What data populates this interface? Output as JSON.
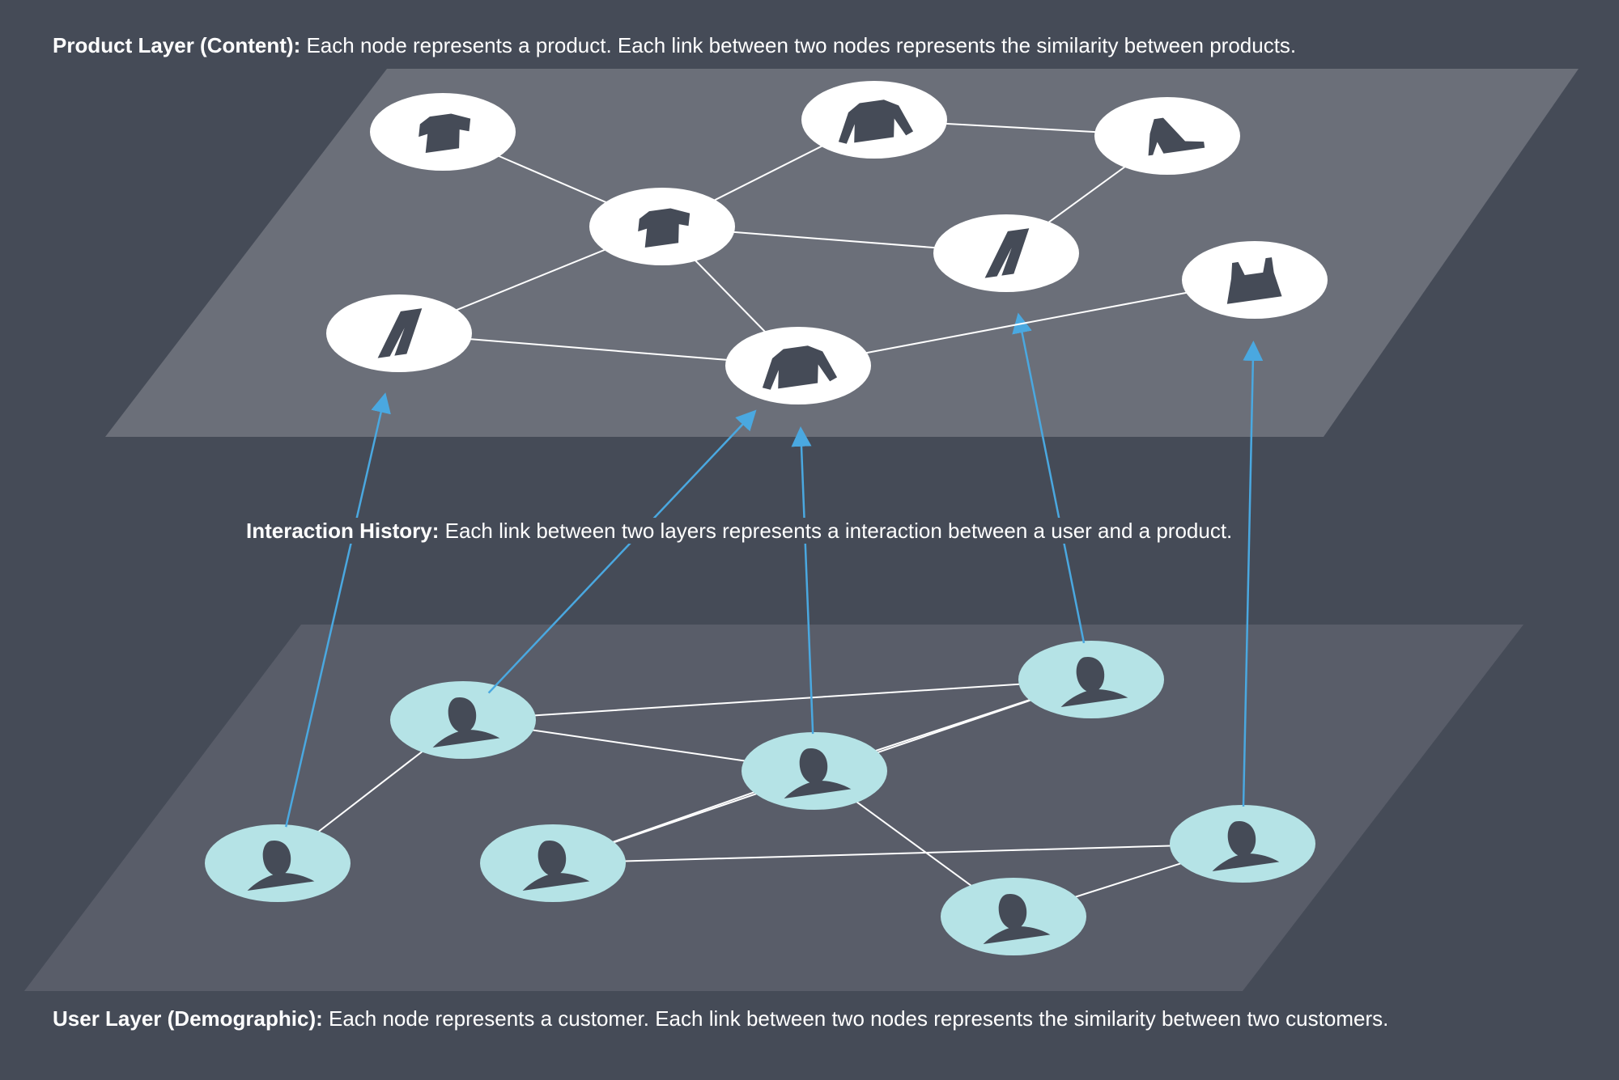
{
  "captions": {
    "product_layer": {
      "label": "Product Layer (Content):",
      "text": " Each node represents a product. Each link between two nodes represents the similarity between products."
    },
    "interaction_history": {
      "label": "Interaction History:",
      "text": " Each link between two layers represents a interaction between a user and a product."
    },
    "user_layer": {
      "label": "User Layer (Demographic):",
      "text": " Each node represents a customer. Each link between two nodes represents the similarity between two customers."
    }
  },
  "colors": {
    "background": "#454b57",
    "product_plane": "#6b6f79",
    "user_plane": "#595d69",
    "product_node": "#ffffff",
    "user_node": "#b5e3e6",
    "icon": "#454b57",
    "similarity_link": "#ffffff",
    "interaction_link": "#4aa8e0"
  },
  "product_nodes": [
    {
      "id": "p1",
      "icon": "tshirt-icon"
    },
    {
      "id": "p2",
      "icon": "sweater-icon"
    },
    {
      "id": "p3",
      "icon": "high-heel-shoe-icon"
    },
    {
      "id": "p4",
      "icon": "tshirt-icon"
    },
    {
      "id": "p5",
      "icon": "pants-icon"
    },
    {
      "id": "p6",
      "icon": "pants-icon"
    },
    {
      "id": "p7",
      "icon": "sweater-icon"
    },
    {
      "id": "p8",
      "icon": "tank-top-icon"
    }
  ],
  "product_links": [
    [
      "p1",
      "p4"
    ],
    [
      "p4",
      "p2"
    ],
    [
      "p2",
      "p3"
    ],
    [
      "p3",
      "p5"
    ],
    [
      "p4",
      "p5"
    ],
    [
      "p4",
      "p6"
    ],
    [
      "p4",
      "p7"
    ],
    [
      "p6",
      "p7"
    ],
    [
      "p7",
      "p8"
    ]
  ],
  "user_nodes": [
    {
      "id": "u1",
      "icon": "person-silhouette-icon"
    },
    {
      "id": "u2",
      "icon": "person-silhouette-icon"
    },
    {
      "id": "u3",
      "icon": "person-silhouette-icon"
    },
    {
      "id": "u4",
      "icon": "person-silhouette-icon"
    },
    {
      "id": "u5",
      "icon": "person-silhouette-icon"
    },
    {
      "id": "u6",
      "icon": "person-silhouette-icon"
    },
    {
      "id": "u7",
      "icon": "person-silhouette-icon"
    },
    {
      "id": "u8",
      "icon": "person-silhouette-icon"
    }
  ],
  "user_links": [
    [
      "u1",
      "u3"
    ],
    [
      "u1",
      "u4"
    ],
    [
      "u1",
      "u2"
    ],
    [
      "u2",
      "u4"
    ],
    [
      "u2",
      "u5"
    ],
    [
      "u4",
      "u6"
    ],
    [
      "u6",
      "u7"
    ],
    [
      "u7",
      "u8"
    ],
    [
      "u4",
      "u8"
    ]
  ],
  "interactions": [
    [
      "u3",
      "p6"
    ],
    [
      "u1",
      "p7"
    ],
    [
      "u4",
      "p7"
    ],
    [
      "u2",
      "p5"
    ],
    [
      "u7",
      "p8"
    ]
  ]
}
